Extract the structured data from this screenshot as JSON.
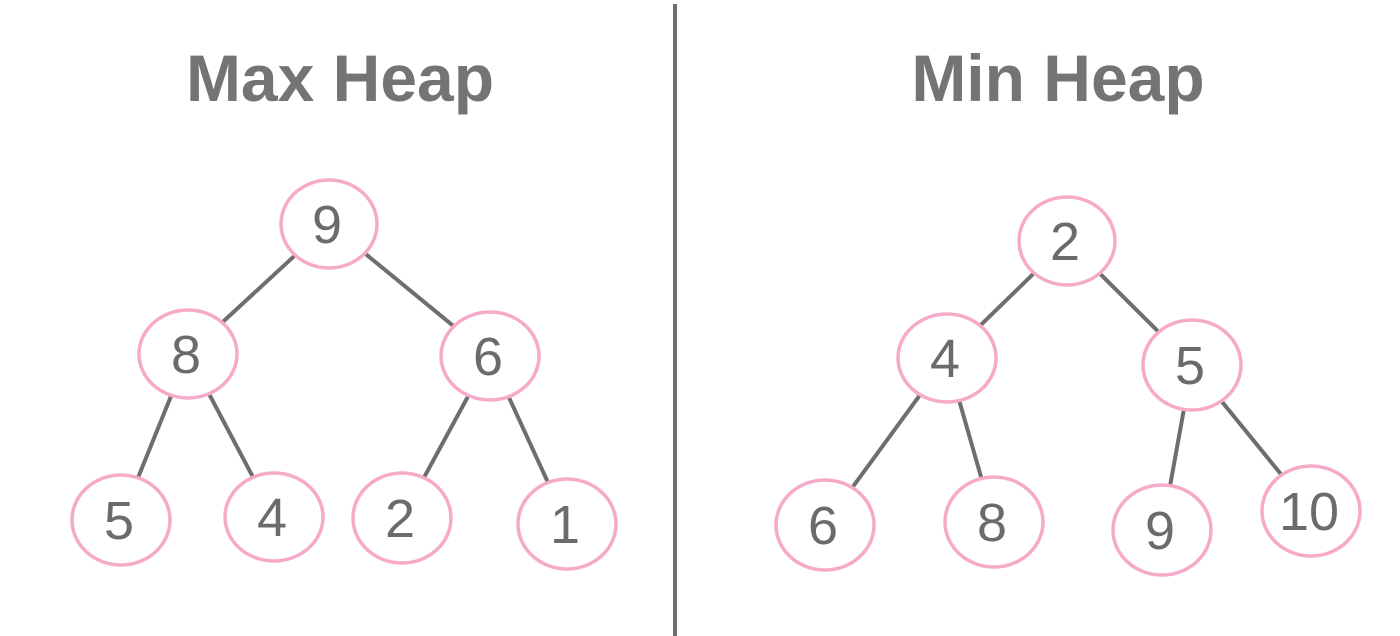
{
  "diagram": {
    "colors": {
      "node_border": "#f6a9c8",
      "node_text": "#6b6b6b",
      "edge": "#6e6e6e",
      "title": "#747474",
      "divider": "#6f6f6f",
      "background": "#ffffff"
    },
    "max_heap": {
      "title": "Max Heap",
      "nodes": [
        {
          "id": "m9",
          "label": "9"
        },
        {
          "id": "m8",
          "label": "8"
        },
        {
          "id": "m6",
          "label": "6"
        },
        {
          "id": "m5",
          "label": "5"
        },
        {
          "id": "m4",
          "label": "4"
        },
        {
          "id": "m2",
          "label": "2"
        },
        {
          "id": "m1",
          "label": "1"
        }
      ],
      "edges": [
        [
          "m9",
          "m8"
        ],
        [
          "m9",
          "m6"
        ],
        [
          "m8",
          "m5"
        ],
        [
          "m8",
          "m4"
        ],
        [
          "m6",
          "m2"
        ],
        [
          "m6",
          "m1"
        ]
      ]
    },
    "min_heap": {
      "title": "Min Heap",
      "nodes": [
        {
          "id": "n2",
          "label": "2"
        },
        {
          "id": "n4",
          "label": "4"
        },
        {
          "id": "n5",
          "label": "5"
        },
        {
          "id": "n6",
          "label": "6"
        },
        {
          "id": "n8",
          "label": "8"
        },
        {
          "id": "n9",
          "label": "9"
        },
        {
          "id": "n10",
          "label": "10"
        }
      ],
      "edges": [
        [
          "n2",
          "n4"
        ],
        [
          "n2",
          "n5"
        ],
        [
          "n4",
          "n6"
        ],
        [
          "n4",
          "n8"
        ],
        [
          "n5",
          "n9"
        ],
        [
          "n5",
          "n10"
        ]
      ]
    }
  }
}
